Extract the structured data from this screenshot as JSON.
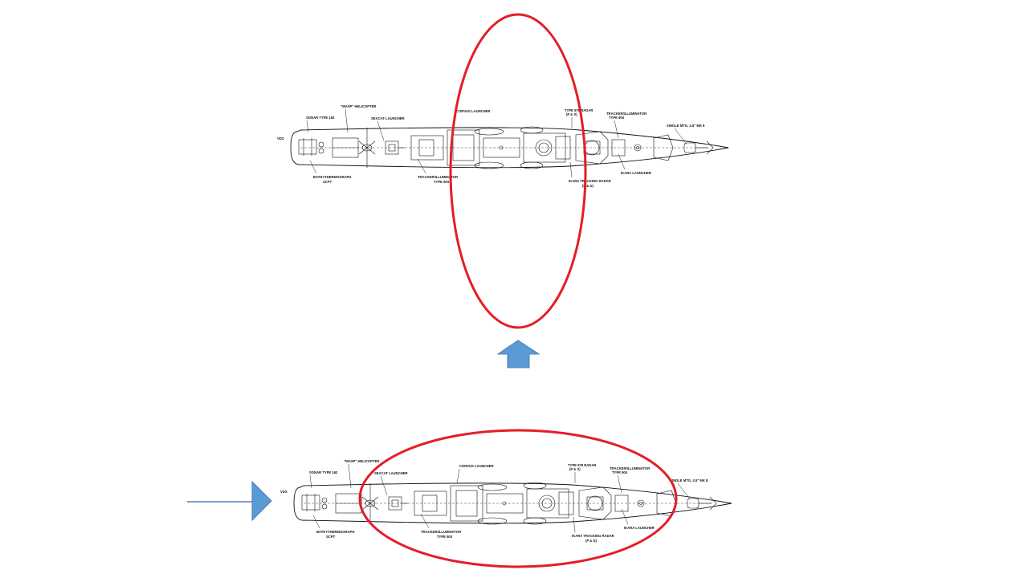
{
  "labels": {
    "vds": "VDS",
    "sonar": "SONAR TYPE 162",
    "wasp": "\"WASP\" HELICOPTER",
    "seacat": "SEACAT LAUNCHER",
    "corvus": "CORVUS LAUNCHER",
    "radar_978": "TYPE 978 RADAR",
    "tracker_upper": "TRACKER/ILLUMINATOR",
    "type_904": "TYPE 904",
    "single_mtg": "SINGLE MTG. 4.5\" MK 8",
    "bathythermograph": "BATHYTHERMOGRAPH",
    "bt_sub": "SCPT",
    "tracker_lower": "TRACKER/ILLUMINATOR",
    "type_903": "TYPE 903",
    "ikara_tracking": "IKARA TRACKING RADAR",
    "ikara_sub": "(P & D)",
    "ikara_launcher": "IKARA LAUNCHER",
    "rp_upper": "(P & S)"
  },
  "colors": {
    "highlight_ellipse": "#e41e26",
    "arrow_fill": "#5b9bd5",
    "arrow_line": "#4a7ebb",
    "drawing": "#111111"
  },
  "icons": {
    "up_arrow": "block-arrow-up-icon",
    "right_arrow": "arrow-right-icon"
  }
}
